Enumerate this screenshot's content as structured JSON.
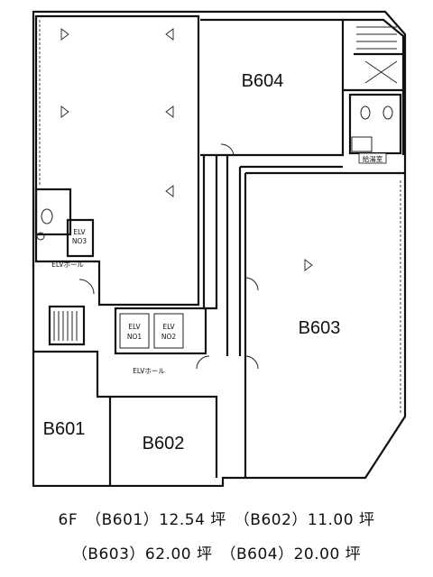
{
  "floor_plan": {
    "rooms": {
      "b601": "B601",
      "b602": "B602",
      "b603": "B603",
      "b604": "B604"
    },
    "elevators": {
      "elv1_line1": "ELV",
      "elv1_line2": "NO1",
      "elv2_line1": "ELV",
      "elv2_line2": "NO2",
      "elv3_line1": "ELV",
      "elv3_line2": "NO3"
    },
    "elv_hall_upper": "ELVホール",
    "elv_hall_lower": "ELVホール",
    "hot_water_room": "給湯室"
  },
  "areas": {
    "line1": "6F　（B601）12.54 坪　（B602）11.00 坪",
    "line2": "（B603）62.00 坪　（B604）20.00 坪"
  }
}
